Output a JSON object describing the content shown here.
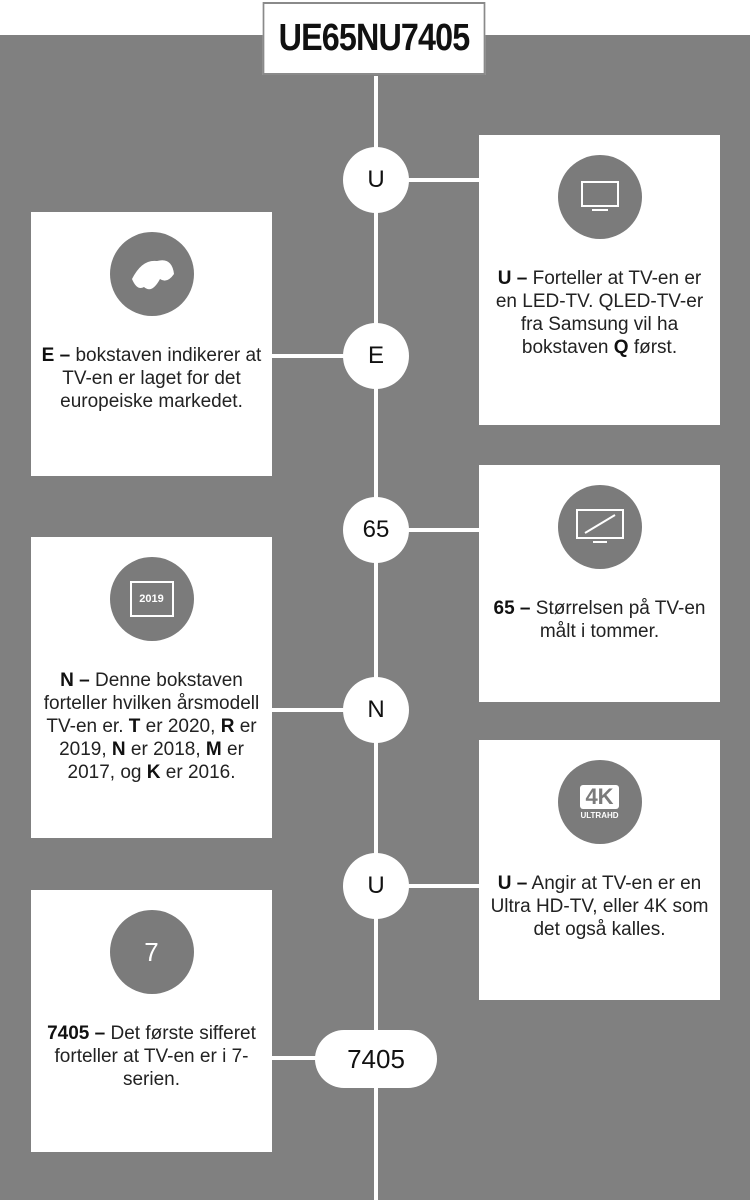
{
  "title": "UE65NU7405",
  "nodes": [
    "U",
    "E",
    "65",
    "N",
    "U",
    "7405"
  ],
  "cards": [
    {
      "key": "U –",
      "text": "Forteller at TV-en er en LED-TV. QLED-TV-er fra Samsung vil ha bokstaven",
      "key2": "Q",
      "text2": "først."
    },
    {
      "key": "E –",
      "text": "bokstaven indikerer at TV-en er laget for det europeiske markedet."
    },
    {
      "key": "65 –",
      "text": "Størrelsen på TV-en målt i tommer."
    },
    {
      "key": "N –",
      "text": "Denne bokstaven forteller hvilken årsmodell TV-en er.",
      "l1k": "T",
      "l1": "er 2020,",
      "l2k": "R",
      "l2": "er 2019,",
      "l3k": "N",
      "l3": "er 2018,",
      "l4k": "M",
      "l4": "er 2017, og",
      "l5k": "K",
      "l5": "er 2016.",
      "icon_text": "2019"
    },
    {
      "key": "U –",
      "text": "Angir at TV-en er en Ultra HD-TV, eller 4K som det også kalles.",
      "icon_big": "4K",
      "icon_small": "ULTRAHD"
    },
    {
      "key": "7405 –",
      "text": "Det første sifferet forteller at TV-en er i 7-serien.",
      "icon_text": "7"
    }
  ]
}
